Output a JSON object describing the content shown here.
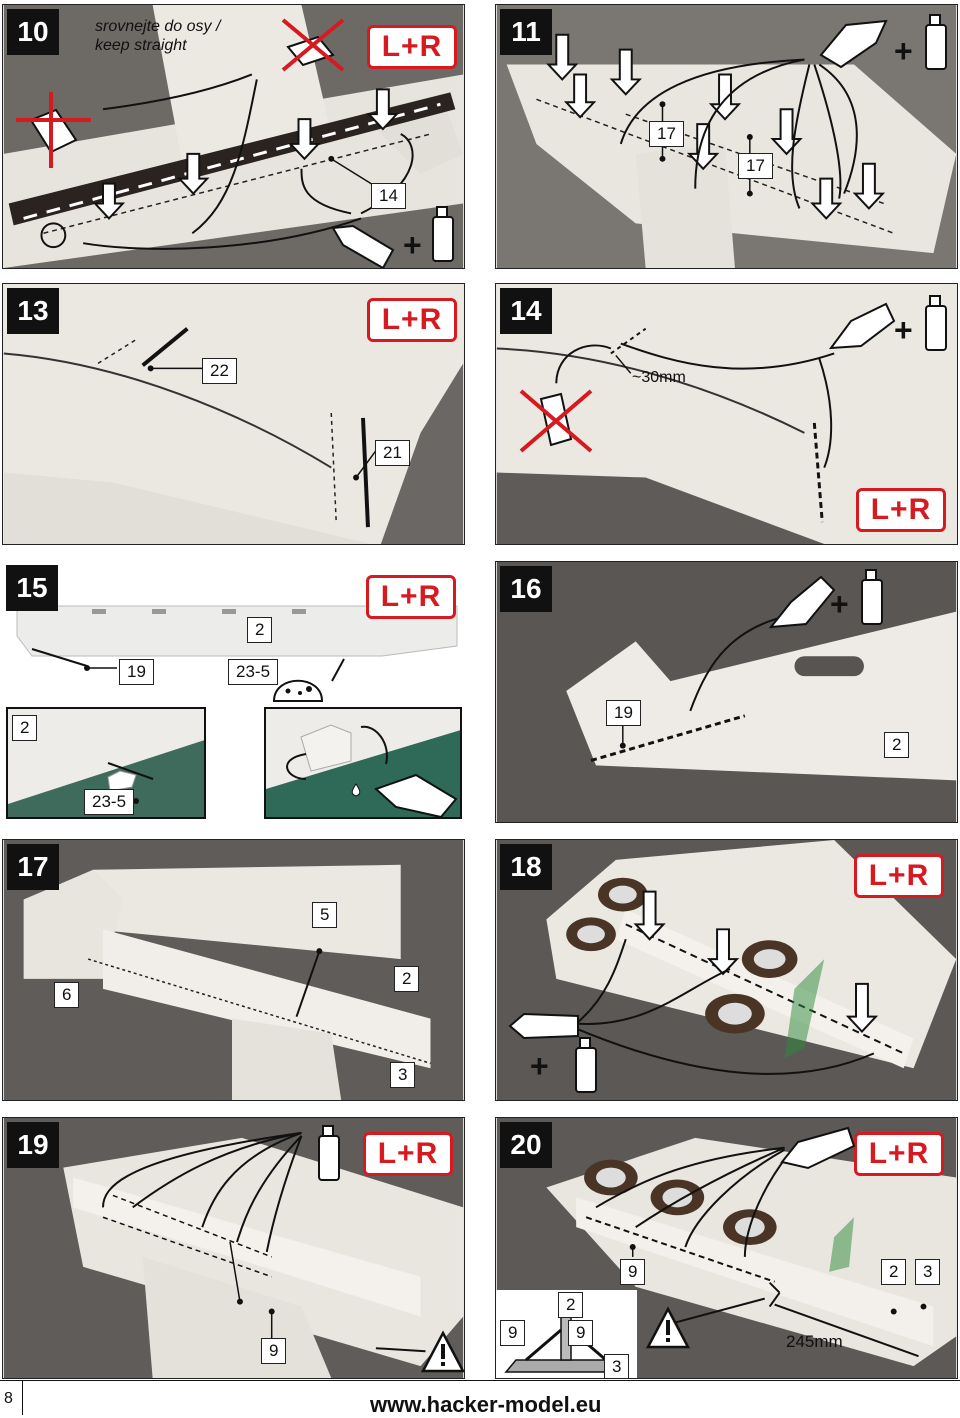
{
  "brand_badge": "L+R",
  "colors": {
    "badge_red": "#d71920",
    "foam": "#e9e6e2",
    "table": "#5a5a5a",
    "mat": "#1f6b5a"
  },
  "icons": [
    "glue-bottle-icon",
    "plus-icon",
    "crossed-out-icon",
    "arrow-down-icon",
    "warning-icon",
    "tape-roll-icon"
  ],
  "panels": {
    "p10": {
      "step": "10",
      "note_line1": "srovnejte do osy /",
      "note_line2": "keep straight",
      "label": "14",
      "plus": "+"
    },
    "p11": {
      "step": "11",
      "label_a": "17",
      "label_b": "17",
      "plus": "+"
    },
    "p13": {
      "step": "13",
      "label_a": "22",
      "label_b": "21"
    },
    "p14": {
      "step": "14",
      "measure": "~30mm",
      "plus": "+"
    },
    "p15": {
      "step": "15",
      "label_2": "2",
      "label_19": "19",
      "label_23": "23-5",
      "inset_2": "2",
      "inset_23": "23-5"
    },
    "p16": {
      "step": "16",
      "label_19": "19",
      "label_2": "2",
      "plus": "+"
    },
    "p17": {
      "step": "17",
      "label_5": "5",
      "label_2": "2",
      "label_6": "6",
      "label_3": "3"
    },
    "p18": {
      "step": "18",
      "plus": "+"
    },
    "p19": {
      "step": "19",
      "label_9": "9"
    },
    "p20": {
      "step": "20",
      "label_9": "9",
      "label_2": "2",
      "label_3": "3",
      "measure": "245mm",
      "diagram": {
        "top": "2",
        "left": "9",
        "right": "9",
        "bottom": "3"
      }
    }
  },
  "footer": {
    "page": "8",
    "url": "www.hacker-model.eu"
  }
}
